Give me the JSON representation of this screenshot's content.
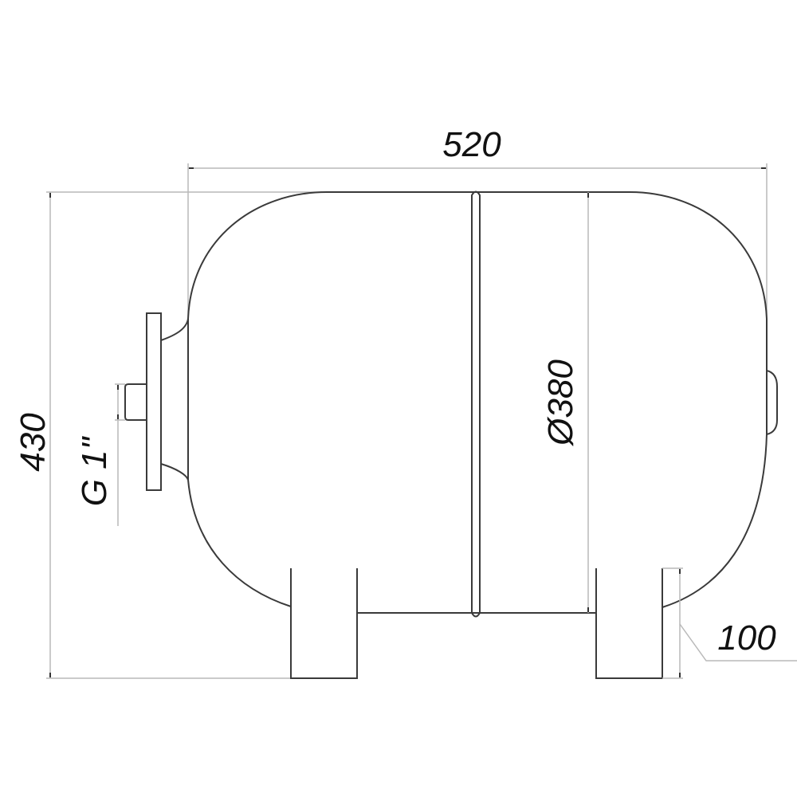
{
  "drawing": {
    "subject": "Horizontal expansion tank (side elevation)",
    "stroke_color": "#3a3a3a",
    "dimension_color": "#b9b9b9",
    "background": "#ffffff"
  },
  "dimensions": {
    "overall_length": "520",
    "overall_height": "430",
    "diameter": "Ø380",
    "connection_thread": "G 1\"",
    "foot_height": "100"
  }
}
